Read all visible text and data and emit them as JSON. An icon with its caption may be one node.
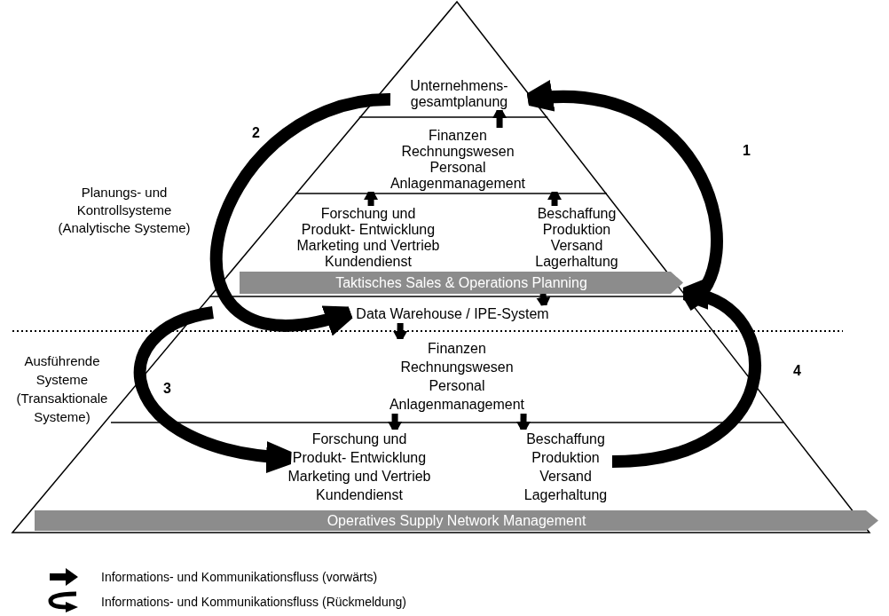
{
  "diagram": {
    "nodes": [
      {
        "text": [
          "Unternehmens- gesamtplanung"
        ]
      },
      {
        "text": [
          "Finanzen Rechnungswesen Personal Anlagenmanagement"
        ]
      },
      {
        "text": [
          "Forschung und Produkt- Entwicklung Marketing und Vertrieb Kundendienst"
        ]
      },
      {
        "text": [
          "Beschaffung Produktion Versand Lagerhaltung"
        ]
      },
      {
        "text": [
          "Taktisches Sales & Operations Planning"
        ]
      },
      {
        "text": [
          "Data Warehouse / IPE-System"
        ]
      },
      {
        "text": [
          "Finanzen Rechnungswesen Personal Anlagenmanagement"
        ]
      },
      {
        "text": [
          "Forschung und Produkt- Entwicklung Marketing und Vertrieb Kundendienst"
        ]
      },
      {
        "text": [
          "Beschaffung Produktion Versand Lagerhaltung"
        ]
      },
      {
        "text": [
          "Operatives Supply Network Management"
        ]
      }
    ],
    "edges": [
      {
        "from": 1,
        "to": 0,
        "arrow": "to"
      },
      {
        "from": 2,
        "to": 1,
        "arrow": "to"
      },
      {
        "from": 3,
        "to": 1,
        "arrow": "to"
      },
      {
        "from": 4,
        "to": 5,
        "arrow": "to"
      },
      {
        "from": 5,
        "to": 6,
        "arrow": "to"
      },
      {
        "from": 6,
        "to": 7,
        "arrow": "to"
      },
      {
        "from": 6,
        "to": 8,
        "arrow": "to"
      },
      {
        "from": null,
        "to": 0,
        "arrow": "to",
        "label": "1",
        "style": "thick"
      },
      {
        "from": 0,
        "to": 5,
        "arrow": "to",
        "label": "2",
        "style": "thick"
      },
      {
        "from": null,
        "to": 7,
        "arrow": "to",
        "label": "3",
        "style": "thick"
      },
      {
        "from": 8,
        "to": 4,
        "arrow": "to",
        "label": "4",
        "style": "thick"
      }
    ],
    "labels": [
      "Planungs- und Kontrollsysteme (Analytische Systeme)",
      "Ausführende Systeme (Transaktionale Systeme)"
    ],
    "legend": [
      {
        "text": "Informations- und Kommunikationsfluss (vorwärts)"
      },
      {
        "text": "Informations- und Kommunikationsfluss (Rückmeldung)"
      }
    ]
  }
}
